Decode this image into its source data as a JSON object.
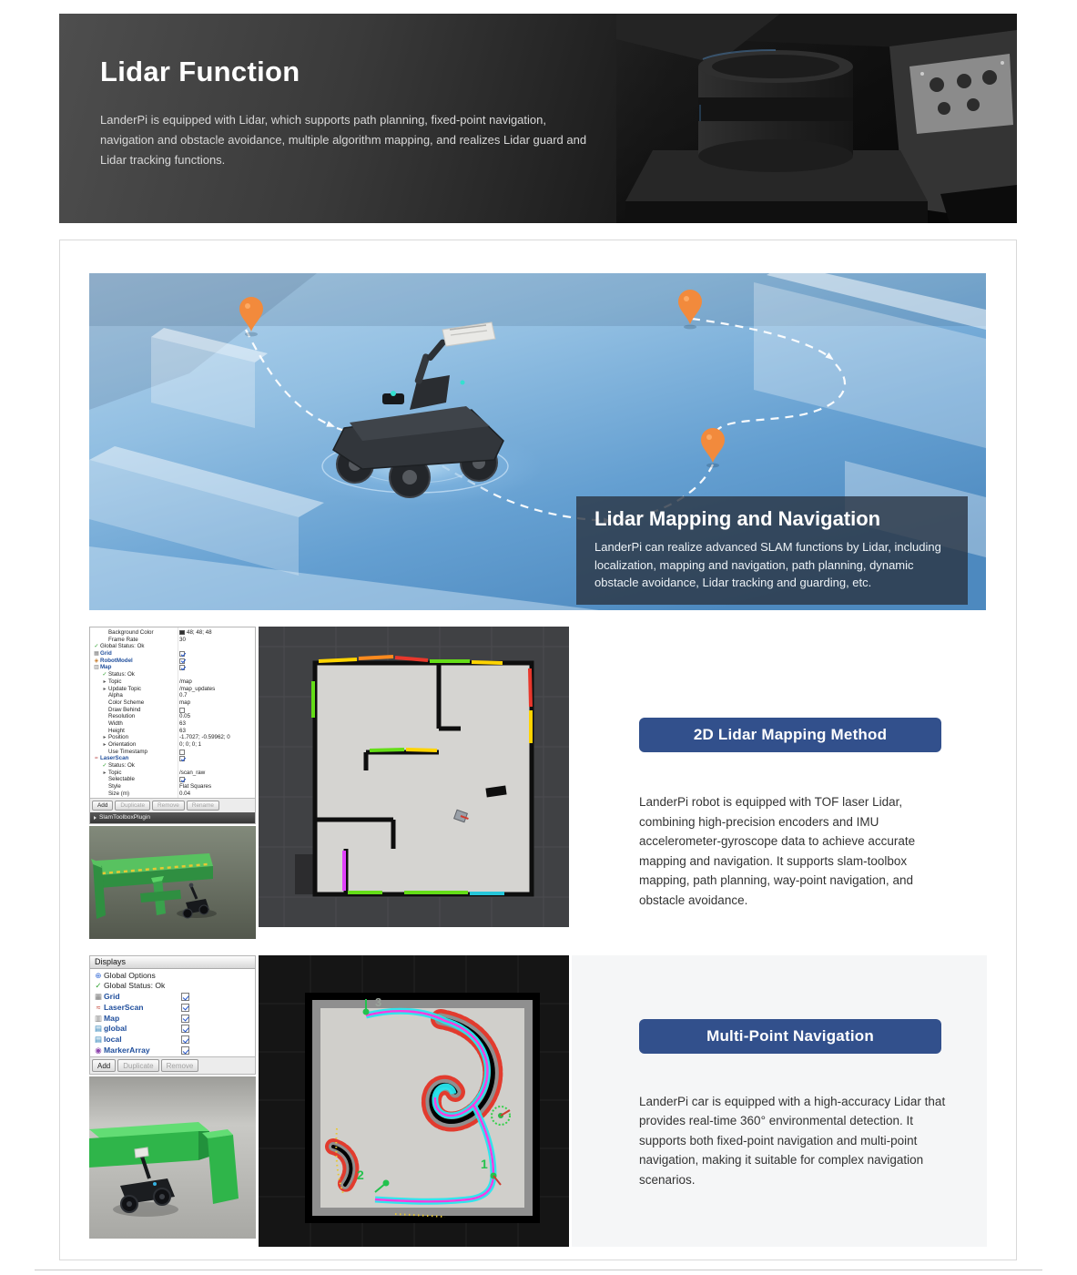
{
  "theme": {
    "accent_blue": "#32508c",
    "pin_orange": "#f28a3c",
    "rviz_link_blue": "#1f4e9c"
  },
  "banner": {
    "title": "Lidar Function",
    "description": "LanderPi is equipped with Lidar, which supports path planning, fixed-point navigation, navigation and obstacle avoidance, multiple algorithm mapping, and realizes Lidar guard and Lidar tracking functions."
  },
  "hero": {
    "overlay_title": "Lidar Mapping and Navigation",
    "overlay_text": "LanderPi can realize advanced SLAM functions by Lidar, including localization, mapping and navigation, path planning, dynamic obstacle avoidance, Lidar tracking and guarding, etc."
  },
  "section_mapping": {
    "button_label": "2D Lidar Mapping Method",
    "paragraph": "LanderPi robot is equipped with TOF laser Lidar, combining high-precision encoders and IMU accelerometer-gyroscope data to achieve accurate mapping and navigation. It supports slam-toolbox mapping, path planning, way-point navigation, and obstacle avoidance.",
    "panel": {
      "rows": [
        {
          "i": 1,
          "t": "Background Color",
          "sw": "#303030",
          "v": "48; 48; 48"
        },
        {
          "i": 1,
          "t": "Frame Rate",
          "v": "30"
        },
        {
          "i": 0,
          "g": "✓",
          "gc": "#2fa12f",
          "t": "Global Status: Ok"
        },
        {
          "i": 0,
          "g": "▦",
          "gc": "#7a7a7a",
          "t": "Grid",
          "tc": "#1f4e9c",
          "cb": "on"
        },
        {
          "i": 0,
          "g": "◈",
          "gc": "#c77b2a",
          "t": "RobotModel",
          "tc": "#1f4e9c",
          "cb": "on"
        },
        {
          "i": 0,
          "g": "▥",
          "gc": "#7a7a7a",
          "t": "Map",
          "tc": "#1f4e9c",
          "cb": "on"
        },
        {
          "i": 1,
          "g": "✓",
          "gc": "#2fa12f",
          "t": "Status: Ok"
        },
        {
          "i": 1,
          "g": "▸",
          "gc": "#555555",
          "t": "Topic",
          "v": "/map"
        },
        {
          "i": 1,
          "g": "▸",
          "gc": "#555555",
          "t": "Update Topic",
          "v": "/map_updates"
        },
        {
          "i": 1,
          "t": "Alpha",
          "v": "0.7"
        },
        {
          "i": 1,
          "t": "Color Scheme",
          "v": "map"
        },
        {
          "i": 1,
          "t": "Draw Behind",
          "cb": "off"
        },
        {
          "i": 1,
          "t": "Resolution",
          "v": "0.05"
        },
        {
          "i": 1,
          "t": "Width",
          "v": "63"
        },
        {
          "i": 1,
          "t": "Height",
          "v": "63"
        },
        {
          "i": 1,
          "g": "▸",
          "gc": "#555555",
          "t": "Position",
          "v": "-1.7027; -0.59962; 0"
        },
        {
          "i": 1,
          "g": "▸",
          "gc": "#555555",
          "t": "Orientation",
          "v": "0; 0; 0; 1"
        },
        {
          "i": 1,
          "t": "Use Timestamp",
          "cb": "off"
        },
        {
          "i": 0,
          "g": "≈",
          "gc": "#b03030",
          "t": "LaserScan",
          "tc": "#1f4e9c",
          "cb": "on"
        },
        {
          "i": 1,
          "g": "✓",
          "gc": "#2fa12f",
          "t": "Status: Ok"
        },
        {
          "i": 1,
          "g": "▸",
          "gc": "#555555",
          "t": "Topic",
          "v": "/scan_raw"
        },
        {
          "i": 1,
          "t": "Selectable",
          "cb": "on"
        },
        {
          "i": 1,
          "t": "Style",
          "v": "Flat Squares"
        },
        {
          "i": 1,
          "t": "Size (m)",
          "v": "0.04"
        }
      ],
      "buttons": [
        {
          "t": "Add",
          "en": true
        },
        {
          "t": "Duplicate"
        },
        {
          "t": "Remove"
        },
        {
          "t": "Rename"
        }
      ],
      "plugin_label": "SlamToolboxPlugin"
    }
  },
  "section_navigation": {
    "button_label": "Multi-Point Navigation",
    "paragraph": "LanderPi car is equipped with a high-accuracy Lidar that provides real-time 360° environmental detection. It supports both fixed-point navigation and multi-point navigation, making it suitable for complex navigation scenarios.",
    "panel": {
      "header": "Displays",
      "rows": [
        {
          "i": 0,
          "g": "⊕",
          "gc": "#3a6fd8",
          "t": "Global Options"
        },
        {
          "i": 0,
          "g": "✓",
          "gc": "#2fa12f",
          "t": "Global Status: Ok"
        },
        {
          "i": 0,
          "g": "▦",
          "gc": "#7a7a7a",
          "t": "Grid",
          "tc": "#1f4e9c",
          "cb": "on"
        },
        {
          "i": 0,
          "g": "≈",
          "gc": "#c0392b",
          "t": "LaserScan",
          "tc": "#1f4e9c",
          "cb": "on"
        },
        {
          "i": 0,
          "g": "▥",
          "gc": "#7a7a7a",
          "t": "Map",
          "tc": "#1f4e9c",
          "cb": "on"
        },
        {
          "i": 0,
          "g": "▤",
          "gc": "#2980b9",
          "t": "global",
          "tc": "#1f4e9c",
          "cb": "on"
        },
        {
          "i": 0,
          "g": "▤",
          "gc": "#2980b9",
          "t": "local",
          "tc": "#1f4e9c",
          "cb": "on"
        },
        {
          "i": 0,
          "g": "◉",
          "gc": "#8e44ad",
          "t": "MarkerArray",
          "tc": "#1f4e9c",
          "cb": "on"
        }
      ],
      "buttons": [
        {
          "t": "Add",
          "en": true
        },
        {
          "t": "Duplicate"
        },
        {
          "t": "Remove"
        }
      ]
    },
    "waypoints": [
      {
        "label": "1",
        "color": "#25c24e"
      },
      {
        "label": "2",
        "color": "#25c24e"
      },
      {
        "label": "3",
        "color": "#9aa39a"
      }
    ]
  }
}
